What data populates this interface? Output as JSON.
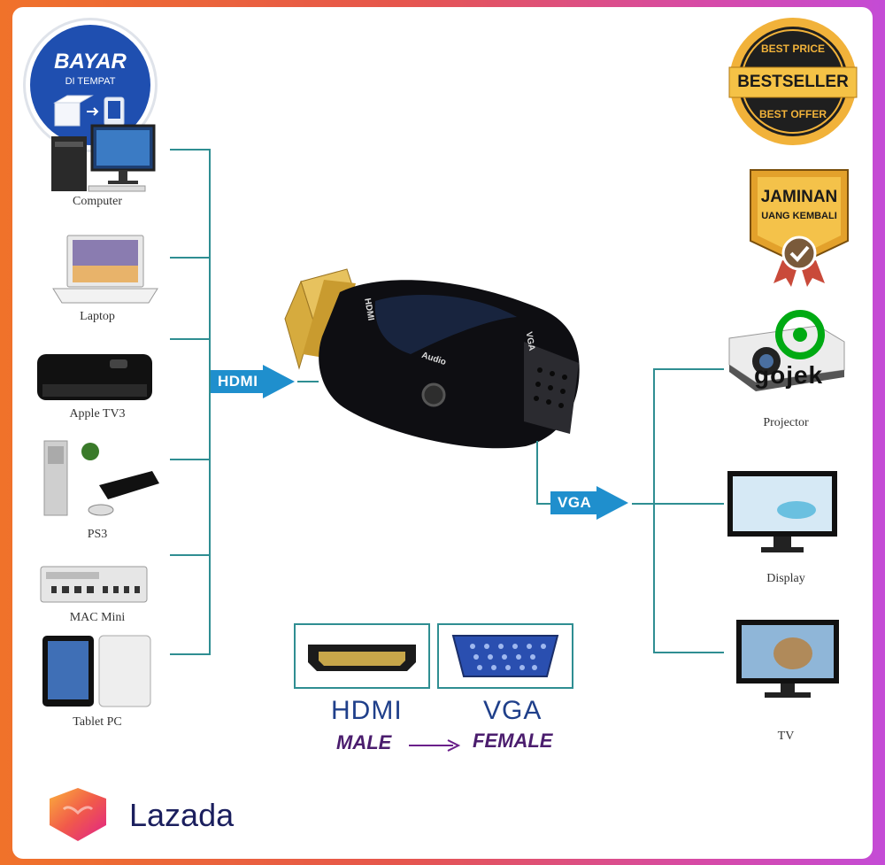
{
  "badges": {
    "cod_line1": "BAYAR",
    "cod_line2": "DI TEMPAT",
    "best_top": "BEST PRICE",
    "best_main": "BESTSELLER",
    "best_bottom": "BEST OFFER",
    "guarantee_line1": "JAMINAN",
    "guarantee_line2": "UANG KEMBALI",
    "gojek": "gojek"
  },
  "inputs": [
    {
      "label": "Computer"
    },
    {
      "label": "Laptop"
    },
    {
      "label": "Apple TV3"
    },
    {
      "label": "PS3"
    },
    {
      "label": "MAC Mini"
    },
    {
      "label": "Tablet PC"
    }
  ],
  "outputs": [
    {
      "label": "Projector"
    },
    {
      "label": "Display"
    },
    {
      "label": "TV"
    }
  ],
  "adapter": {
    "hdmi_arrow": "HDMI",
    "vga_arrow": "VGA",
    "port_hdmi": "HDMI",
    "port_audio": "Audio",
    "port_vga": "VGA"
  },
  "connectors": {
    "hdmi_title": "HDMI",
    "vga_title": "VGA",
    "male": "MALE",
    "female": "FEMALE"
  },
  "footer": {
    "brand": "Lazada"
  },
  "colors": {
    "line": "#2f8e92",
    "arrow": "#1f8fcd",
    "lazada_text": "#1b1f5e",
    "connector_text": "#1f3f8a",
    "subtext": "#4b1d6e"
  }
}
